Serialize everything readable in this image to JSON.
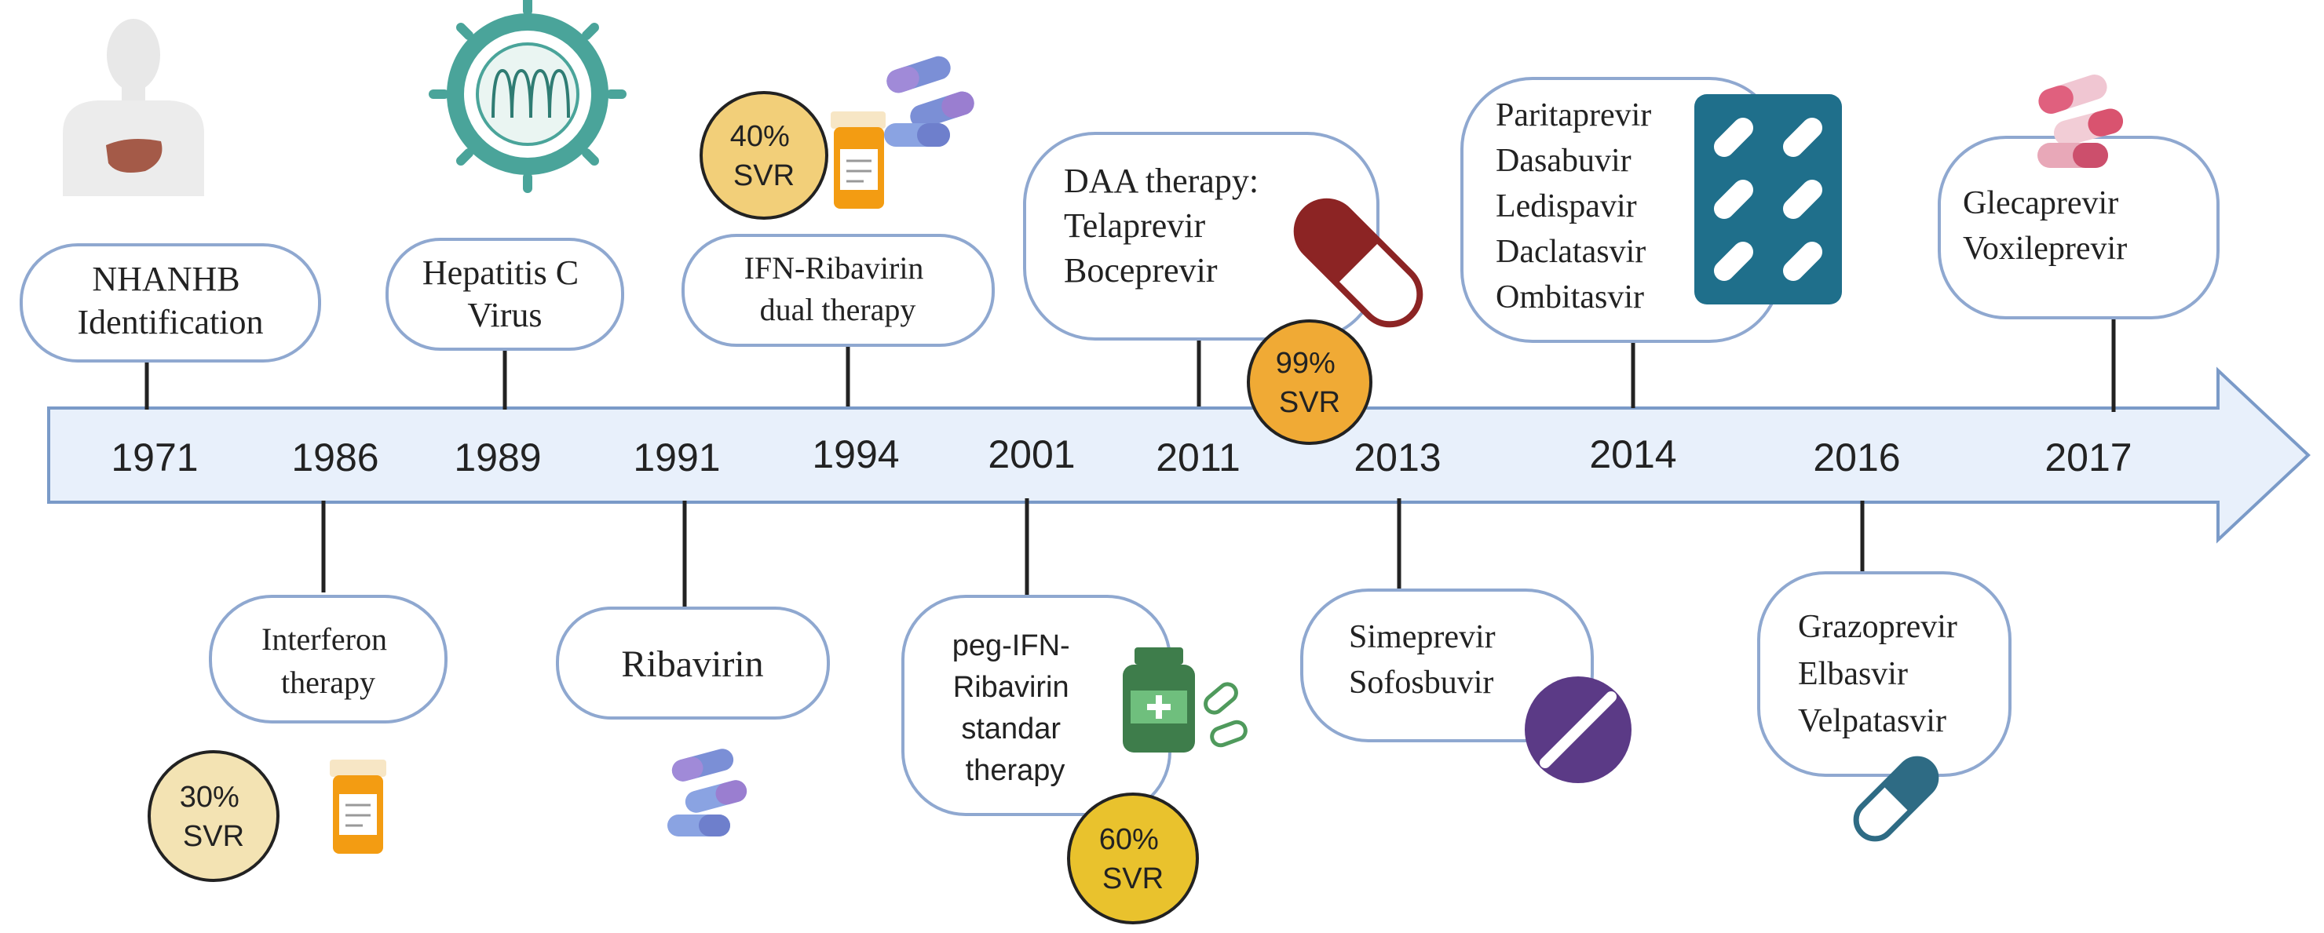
{
  "years": [
    "1971",
    "1986",
    "1989",
    "1991",
    "1994",
    "2001",
    "2011",
    "2013",
    "2014",
    "2016",
    "2017"
  ],
  "events": {
    "nhanhb": [
      "NHANHB",
      "Identification"
    ],
    "hcv": [
      "Hepatitis C",
      "Virus"
    ],
    "ifn_riba": [
      "IFN-Ribavirin",
      "dual therapy"
    ],
    "daa": [
      "DAA therapy:",
      "Telaprevir",
      "Boceprevir"
    ],
    "daa_2014": [
      "Paritaprevir",
      "Dasabuvir",
      "Ledispavir",
      "Daclatasvir",
      "Ombitasvir"
    ],
    "glec": [
      "Glecaprevir",
      "Voxileprevir"
    ],
    "interferon": [
      "Interferon",
      "therapy"
    ],
    "ribavirin": "Ribavirin",
    "peg": [
      "peg-IFN-",
      "Ribavirin",
      "standar",
      "therapy"
    ],
    "sime": [
      "Simeprevir",
      "Sofosbuvir"
    ],
    "grazo": [
      "Grazoprevir",
      "Elbasvir",
      "Velpatasvir"
    ]
  },
  "svr_badges": {
    "svr_30": [
      "30%",
      "SVR"
    ],
    "svr_40": [
      "40%",
      "SVR"
    ],
    "svr_60": [
      "60%",
      "SVR"
    ],
    "svr_99": [
      "99%",
      "SVR"
    ]
  },
  "colors": {
    "arrow_fill": "#e8f0fb",
    "arrow_stroke": "#7a9ac8",
    "box_stroke": "#8fa8d0",
    "svr_30": "#f3e3b3",
    "svr_40": "#f2cf79",
    "svr_60": "#e9c22d",
    "svr_99": "#f0aa35",
    "dark_red": "#8c2424",
    "teal": "#1f6f8b",
    "purple": "#5b3a86",
    "virus": "#4aa49a"
  }
}
